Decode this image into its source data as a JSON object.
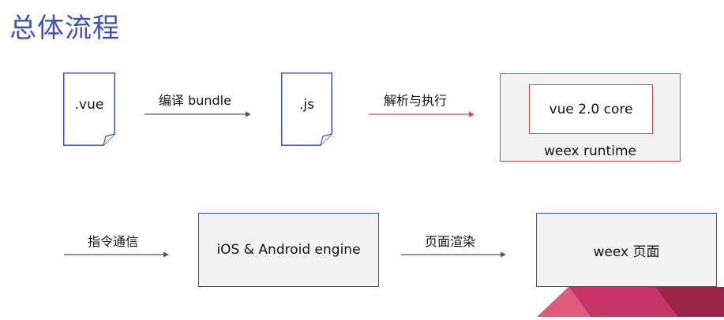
{
  "title": "总体流程",
  "row1": {
    "vue_file": ".vue",
    "compile_label": "编译 bundle",
    "js_file": ".js",
    "parse_label": "解析与执行",
    "core_label": "vue 2.0 core",
    "runtime_label": "weex runtime"
  },
  "row2": {
    "command_label": "指令通信",
    "engine_label": "iOS & Android engine",
    "render_label": "页面渲染",
    "page_label": "weex 页面"
  },
  "colors": {
    "title": "#3f51b5",
    "doc_border": "#3f51b5",
    "arrow": "#555555",
    "accent_red": "#d9494c",
    "box_fill": "#f3f3f3",
    "deco_pink": "#e05a7f",
    "deco_crimson": "#c93468",
    "deco_dark": "#9b2548"
  }
}
